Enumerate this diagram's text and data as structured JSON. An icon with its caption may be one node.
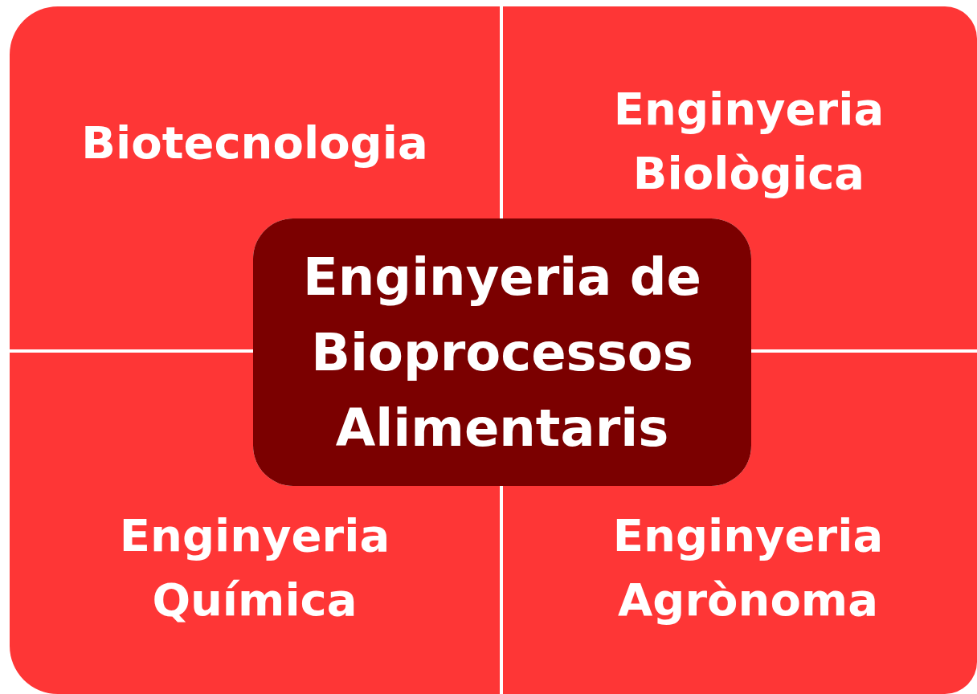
{
  "diagram": {
    "nodes": [
      {
        "text": [
          "Biotecnologia"
        ]
      },
      {
        "text": [
          "Enginyeria Biològica"
        ]
      },
      {
        "text": [
          "Enginyeria de Bioprocessos Alimentaris"
        ]
      },
      {
        "text": [
          "Enginyeria Química"
        ]
      },
      {
        "text": [
          "Enginyeria Agrònoma"
        ]
      }
    ]
  }
}
